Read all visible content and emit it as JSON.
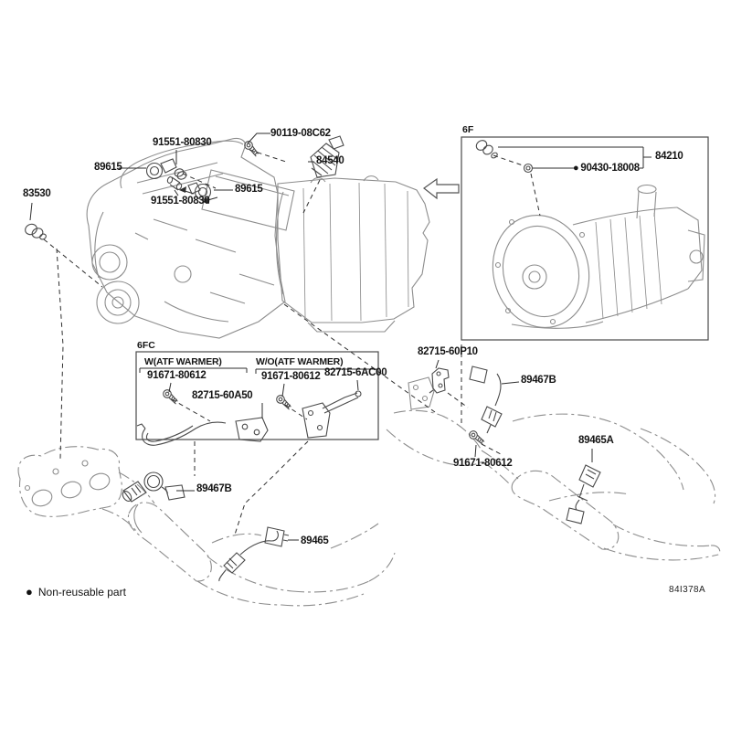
{
  "footer_code": "84I378A",
  "legend": {
    "marker": "●",
    "text": "Non-reusable part"
  },
  "groups": {
    "mt_box_label": "6F",
    "bracket_box_label": "6FC",
    "with_atf_warmer": "W(ATF WARMER)",
    "without_atf_warmer": "W/O(ATF WARMER)"
  },
  "parts": {
    "knock_sensor": "83530",
    "cam_position_sensor_left": "89615",
    "cam_position_sensor_right": "89615",
    "sensor_stud_upper": "91551-80830",
    "sensor_stud_lower": "91551-80830",
    "switch_bolt": "90119-08C62",
    "park_neutral_switch": "84540",
    "sensor_washer": "90430-18008",
    "speed_sensor": "84210",
    "warmer_bracket_bolt": "91671-80612",
    "warmer_bracket": "82715-60A50",
    "no_warmer_bracket_bolt": "91671-80612",
    "no_warmer_bracket": "82715-6AC00",
    "pipe_support_bracket": "82715-60P10",
    "af_sensor_front_right": "89467B",
    "pipe_bracket_bolt": "91671-80612",
    "o2_sensor_rear_right": "89465A",
    "af_sensor_front_left": "89467B",
    "o2_sensor_rear_left": "89465"
  }
}
